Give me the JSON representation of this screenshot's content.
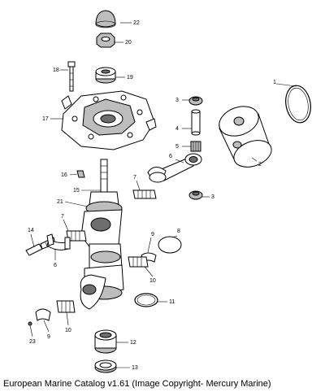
{
  "caption": "European Marine Catalog v1.61 (Image Copyright- Mercury Marine)",
  "callouts": [
    {
      "id": "c22",
      "label": "22"
    },
    {
      "id": "c20",
      "label": "20"
    },
    {
      "id": "c18",
      "label": "18"
    },
    {
      "id": "c19",
      "label": "19"
    },
    {
      "id": "c17",
      "label": "17"
    },
    {
      "id": "c1",
      "label": "1"
    },
    {
      "id": "c3a",
      "label": "3"
    },
    {
      "id": "c4",
      "label": "4"
    },
    {
      "id": "c5",
      "label": "5"
    },
    {
      "id": "c6a",
      "label": "6"
    },
    {
      "id": "c2",
      "label": "2"
    },
    {
      "id": "c16",
      "label": "16"
    },
    {
      "id": "c7a",
      "label": "7"
    },
    {
      "id": "c3b",
      "label": "3"
    },
    {
      "id": "c15",
      "label": "15"
    },
    {
      "id": "c21",
      "label": "21"
    },
    {
      "id": "c7b",
      "label": "7"
    },
    {
      "id": "c14",
      "label": "14"
    },
    {
      "id": "c8",
      "label": "8"
    },
    {
      "id": "c9a",
      "label": "9"
    },
    {
      "id": "c6b",
      "label": "6"
    },
    {
      "id": "c10a",
      "label": "10"
    },
    {
      "id": "c11",
      "label": "11"
    },
    {
      "id": "c9b",
      "label": "9"
    },
    {
      "id": "c10b",
      "label": "10"
    },
    {
      "id": "c23",
      "label": "23"
    },
    {
      "id": "c12",
      "label": "12"
    },
    {
      "id": "c13",
      "label": "13"
    }
  ]
}
